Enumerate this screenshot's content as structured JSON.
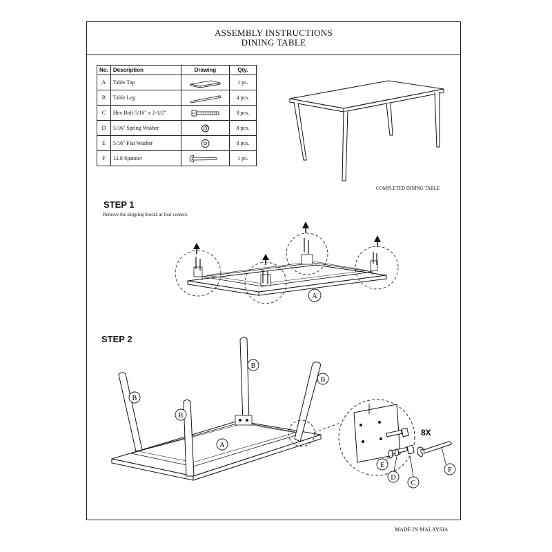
{
  "header": {
    "title": "ASSEMBLY INSTRUCTIONS",
    "subtitle": "DINING TABLE"
  },
  "parts_table": {
    "columns": [
      "No.",
      "Description",
      "Drawing",
      "Qty."
    ],
    "rows": [
      {
        "no": "A",
        "description": "Table Top",
        "icon": "table-top-icon",
        "qty": "1 pc."
      },
      {
        "no": "B",
        "description": "Table Leg",
        "icon": "table-leg-icon",
        "qty": "4 pcs."
      },
      {
        "no": "C",
        "description": "Hex Bolt 5/16\" x 2-1/2\"",
        "icon": "hex-bolt-icon",
        "qty": "8 pcs."
      },
      {
        "no": "D",
        "description": "5/16\" Spring Washer",
        "icon": "spring-washer-icon",
        "qty": "8 pcs."
      },
      {
        "no": "E",
        "description": "5/16\" Flat Washer",
        "icon": "flat-washer-icon",
        "qty": "8 pcs."
      },
      {
        "no": "F",
        "description": "12.8 Spanner",
        "icon": "spanner-icon",
        "qty": "1 pc."
      }
    ]
  },
  "completed_caption": "COMPLETED DINING TABLE",
  "step1": {
    "heading": "STEP 1",
    "instruction": "Remove the shipping blocks at four corners.",
    "part_label": "A"
  },
  "step2": {
    "heading": "STEP 2",
    "labels": {
      "top": "A",
      "leg": "B",
      "bolt": "C",
      "spring_washer": "D",
      "flat_washer": "E",
      "spanner": "F"
    },
    "quantity": "8X"
  },
  "footer": "MADE IN MALAYSIA"
}
